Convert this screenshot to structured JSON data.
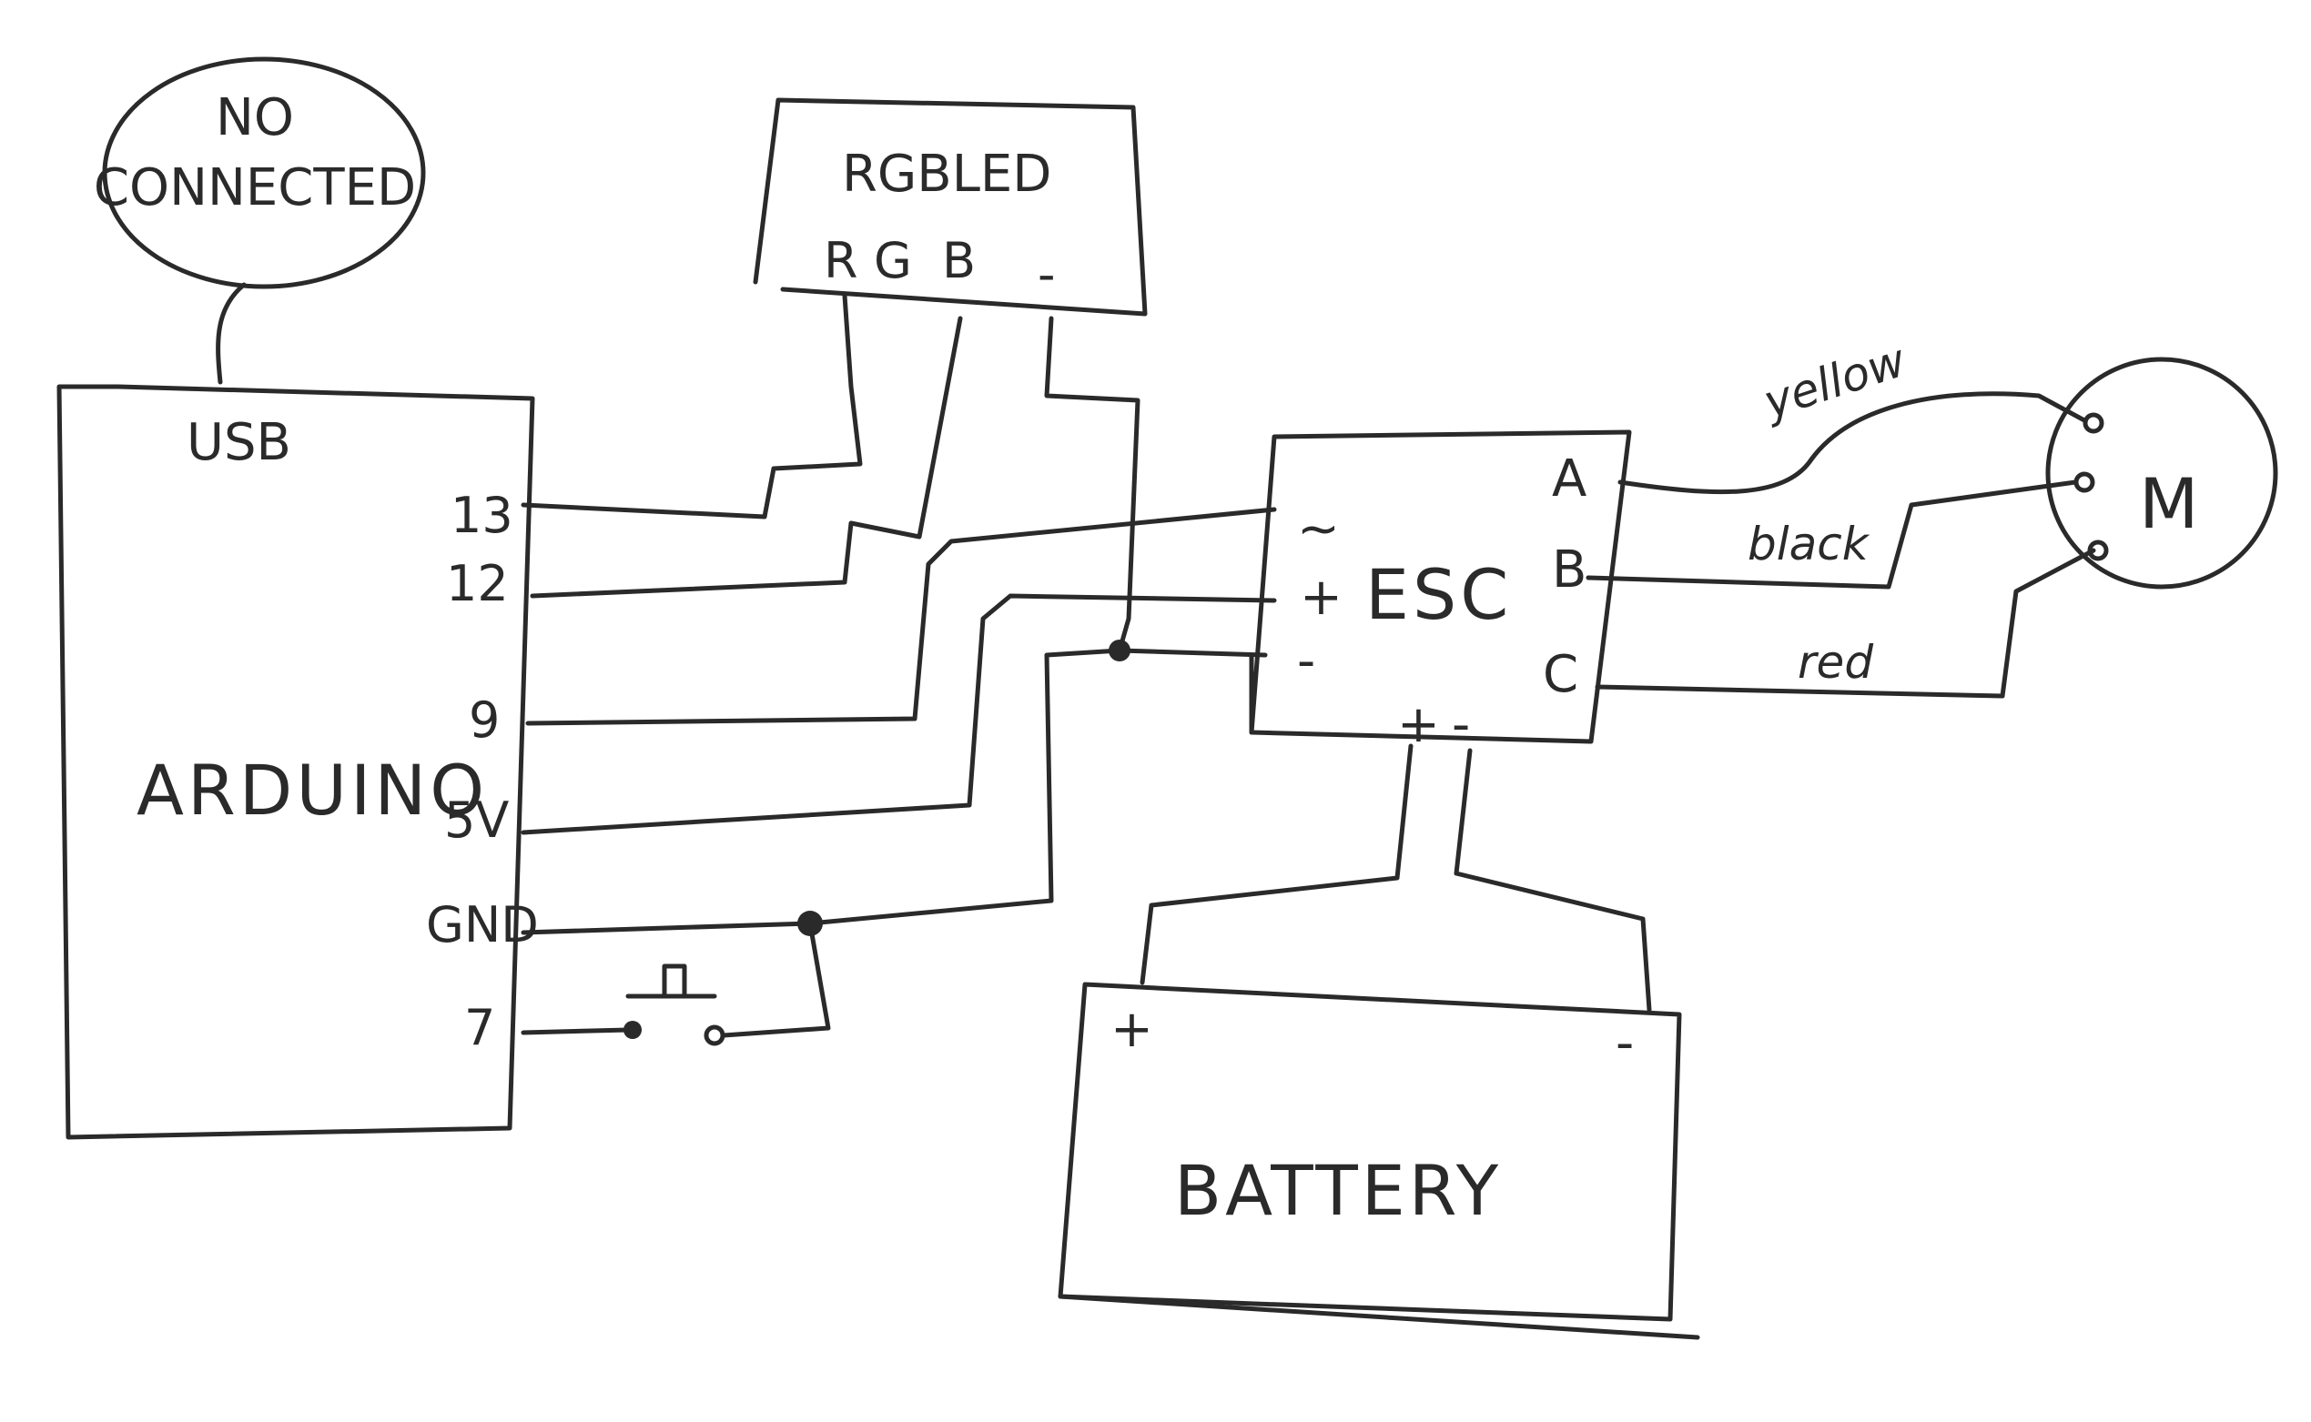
{
  "note": {
    "text_line1": "NO",
    "text_line2": "CONNECTED"
  },
  "arduino": {
    "title": "ARDUINO",
    "usb": "USB",
    "pins": [
      "13",
      "12",
      "9",
      "5V",
      "GND",
      "7"
    ]
  },
  "rgb_led": {
    "title": "RGBLED",
    "pins": [
      "R",
      "G",
      "B",
      "-"
    ]
  },
  "esc": {
    "title": "ESC",
    "signal": "~",
    "plus": "+",
    "minus": "-",
    "phases": [
      "A",
      "B",
      "C"
    ],
    "power_plus": "+",
    "power_minus": "-"
  },
  "motor": {
    "symbol": "M"
  },
  "wires": {
    "yellow": "yellow",
    "black": "black",
    "red": "red"
  },
  "battery": {
    "title": "BATTERY",
    "plus": "+",
    "minus": "-"
  }
}
